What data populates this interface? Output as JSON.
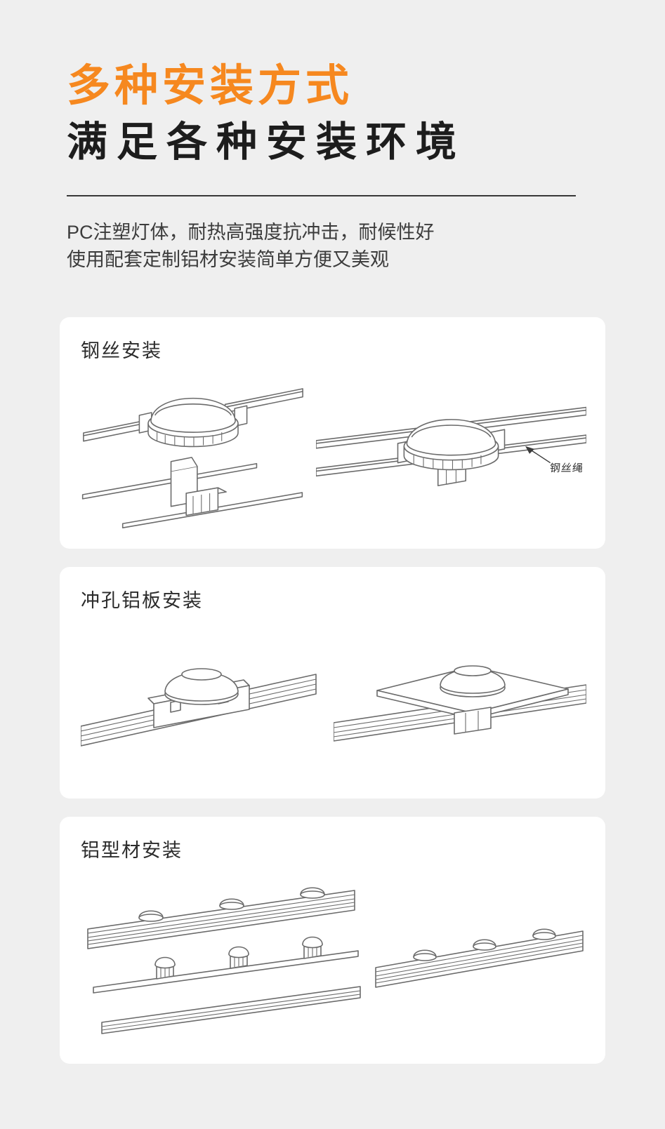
{
  "page": {
    "background": "#efefef",
    "card_background": "#ffffff",
    "accent_color": "#f6881f",
    "title_color": "#1d1d1d",
    "line_art_color": "#6b6b6b"
  },
  "header": {
    "title_orange": "多种安装方式",
    "title_black": "满足各种安装环境",
    "desc_line1": "PC注塑灯体，耐热高强度抗冲击，耐候性好",
    "desc_line2": "使用配套定制铝材安装简单方便又美观"
  },
  "cards": [
    {
      "label": "钢丝安装",
      "annotation": "钢丝绳"
    },
    {
      "label": "冲孔铝板安装"
    },
    {
      "label": "铝型材安装"
    }
  ]
}
